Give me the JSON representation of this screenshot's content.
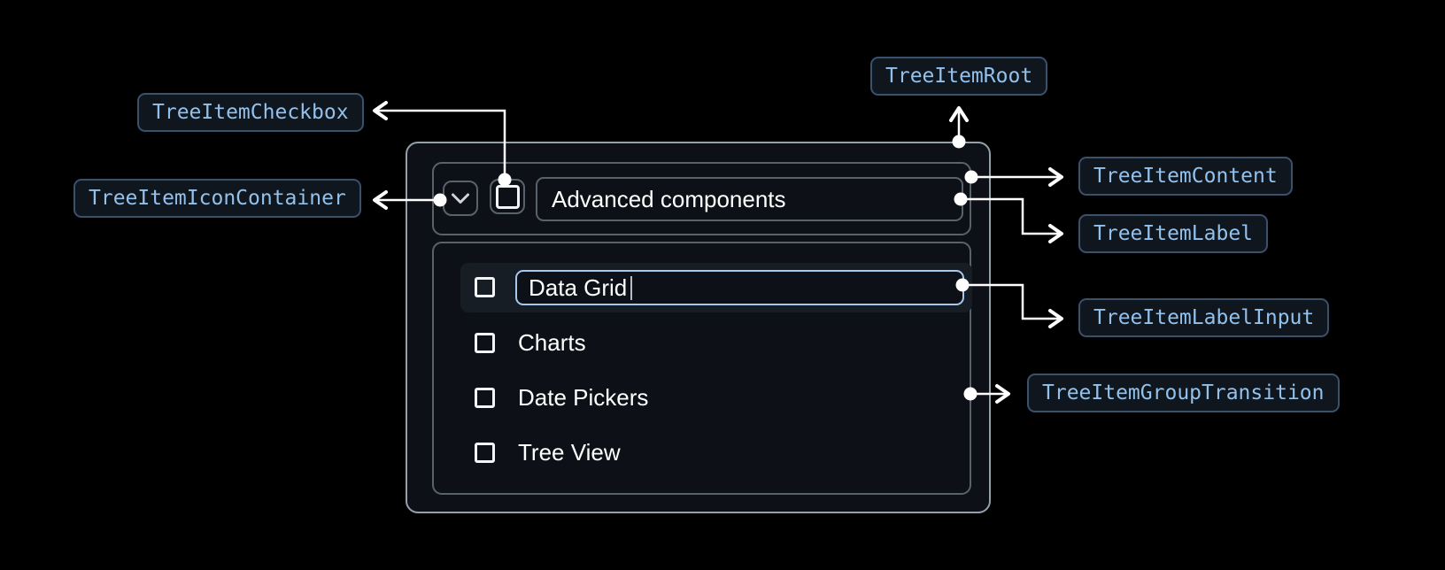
{
  "annotations": {
    "root": "TreeItemRoot",
    "checkbox": "TreeItemCheckbox",
    "icon_container": "TreeItemIconContainer",
    "content": "TreeItemContent",
    "label": "TreeItemLabel",
    "label_input": "TreeItemLabelInput",
    "group_transition": "TreeItemGroupTransition"
  },
  "tree": {
    "parent_label": "Advanced components",
    "expand_icon": "chevron-down-icon",
    "parent_checkbox_state": "unchecked",
    "editing_item": {
      "value": "Data Grid",
      "state": "editing",
      "checkbox_state": "unchecked"
    },
    "items": [
      {
        "label": "Charts",
        "checkbox_state": "unchecked"
      },
      {
        "label": "Date Pickers",
        "checkbox_state": "unchecked"
      },
      {
        "label": "Tree View",
        "checkbox_state": "unchecked"
      }
    ]
  },
  "colors": {
    "page_bg": "#000000",
    "component_bg": "#0d1117",
    "outer_border": "#95a0a9",
    "inner_border": "#59626b",
    "badge_bg": "#10161e",
    "badge_border": "#3a506b",
    "badge_text": "#92c1ec",
    "row_highlight_bg": "#161d25",
    "input_focus_border": "#a6c8ec",
    "arrow": "#ffffff",
    "tree_text": "#ffffff"
  }
}
